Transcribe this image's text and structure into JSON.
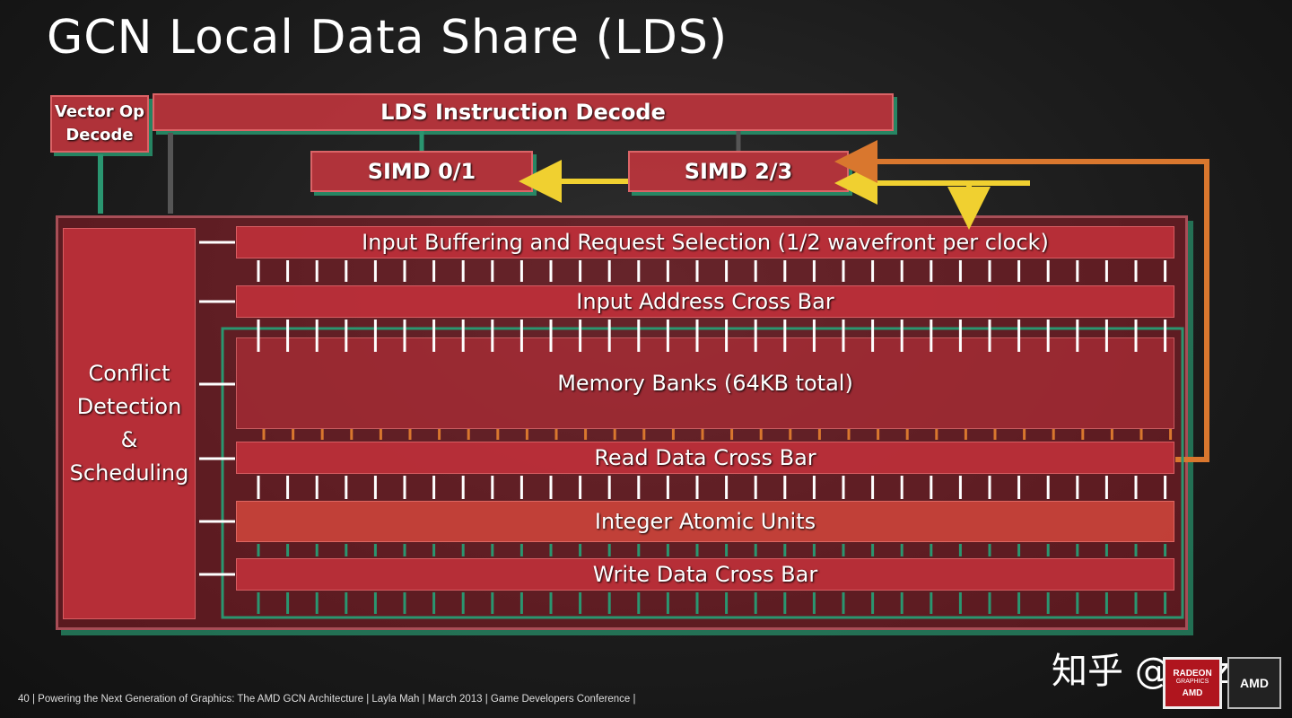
{
  "slide": {
    "title": "GCN Local Data Share (LDS)",
    "footer": "40  |  Powering the Next Generation of  Graphics: The AMD GCN Architecture  |  Layla Mah  |  March 2013  |  Game Developers Conference  |",
    "watermark": "知乎 @sazc"
  },
  "diagram": {
    "vector_op_decode": {
      "line1": "Vector Op",
      "line2": "Decode"
    },
    "lds_instruction_decode": "LDS Instruction Decode",
    "simd_01": "SIMD 0/1",
    "simd_23": "SIMD 2/3",
    "conflict": {
      "line1": "Conflict",
      "line2": "Detection",
      "line3": "&",
      "line4": "Scheduling"
    },
    "bands": {
      "input_buffering": "Input Buffering and Request Selection (1/2 wavefront per clock)",
      "input_address": "Input Address Cross Bar",
      "memory_banks": "Memory Banks (64KB total)",
      "read_data": "Read Data Cross Bar",
      "integer_atomic": "Integer Atomic Units",
      "write_data": "Write Data Cross Bar"
    },
    "colors": {
      "box_red": "#c4363e",
      "shadow_green": "#2a9670",
      "arrow_yellow": "#f0d030",
      "arrow_orange": "#d9772e"
    }
  },
  "logos": {
    "radeon": {
      "line1": "RADEON",
      "line2": "GRAPHICS",
      "line3": "AMD"
    },
    "amd": "AMD"
  }
}
